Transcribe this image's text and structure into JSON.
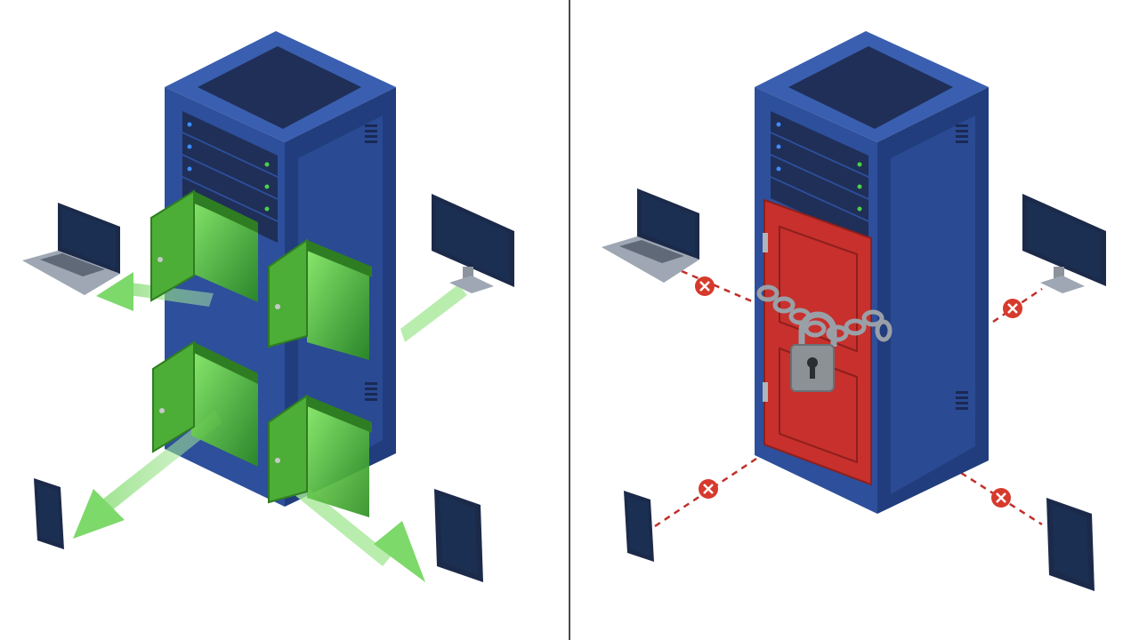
{
  "colors": {
    "rack_front": "#2d4f9c",
    "rack_side": "#213d7d",
    "rack_top": "#3a5fb0",
    "rack_dark": "#1a2a55",
    "unit_face": "#1f2f57",
    "led_blue": "#3d8bff",
    "led_green": "#4ad04a",
    "open_door": "#4cae36",
    "open_door_dark": "#2f7d22",
    "open_glow": "#8ef06a",
    "access_arrow": "#7dd96a",
    "locked_door": "#c7302c",
    "locked_door_dark": "#8e1f1c",
    "chain": "#9aa0a8",
    "padlock": "#8c9196",
    "blocked_line": "#c0302a",
    "blocked_marker": "#d63a2c",
    "device_body": "#1c2a4a",
    "device_screen": "#1a2f52",
    "laptop_base": "#9ea7b3",
    "panel_divider": "#4a4a4a"
  },
  "left_panel": {
    "state": "open",
    "rack": {
      "visible_units": 4,
      "open_doors": 4
    },
    "access_paths": [
      {
        "device": "laptop",
        "status": "allowed"
      },
      {
        "device": "monitor",
        "status": "allowed"
      },
      {
        "device": "phone",
        "status": "allowed"
      },
      {
        "device": "tablet",
        "status": "allowed"
      }
    ]
  },
  "right_panel": {
    "state": "locked",
    "rack": {
      "visible_units": 4,
      "door": "closed",
      "lock": "padlock-and-chain"
    },
    "access_paths": [
      {
        "device": "laptop",
        "status": "blocked"
      },
      {
        "device": "monitor",
        "status": "blocked"
      },
      {
        "device": "phone",
        "status": "blocked"
      },
      {
        "device": "tablet",
        "status": "blocked"
      }
    ]
  },
  "icons": {
    "blocked_marker": "x-circle-icon",
    "lock": "padlock-icon",
    "chain": "chain-icon",
    "access": "arrow-icon"
  }
}
